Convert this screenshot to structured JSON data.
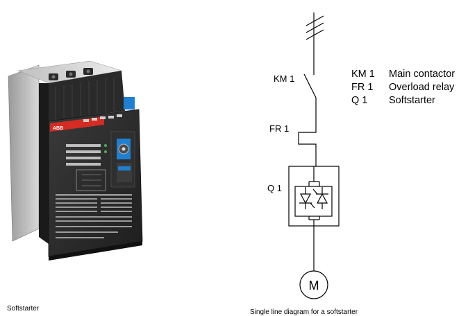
{
  "product": {
    "caption": "Softstarter",
    "brand_logo": "ABB",
    "device_color": "#2b2b2b",
    "accent_color": "#d42b22",
    "knob_color": "#1f7fd0"
  },
  "diagram": {
    "caption": "Single line diagram for a softstarter",
    "labels": {
      "km1": "KM 1",
      "fr1": "FR 1",
      "q1": "Q 1",
      "motor": "M"
    },
    "legend": [
      {
        "code": "KM 1",
        "description": "Main contactor"
      },
      {
        "code": "FR 1",
        "description": "Overload relay"
      },
      {
        "code": "Q 1",
        "description": "Softstarter"
      }
    ]
  }
}
